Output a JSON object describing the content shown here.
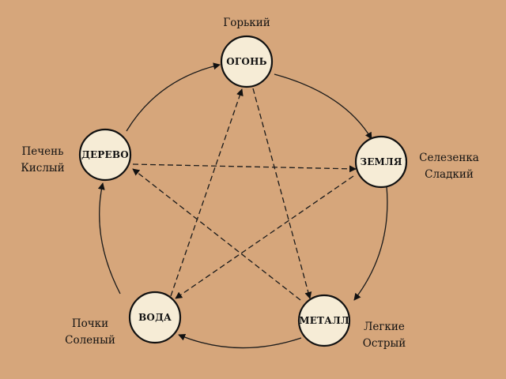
{
  "elements": {
    "fire": {
      "label": "ОГОНЬ",
      "note": [
        "Горький"
      ]
    },
    "earth": {
      "label": "ЗЕМЛЯ",
      "note": [
        "Селезенка",
        "Сладкий"
      ]
    },
    "metal": {
      "label": "МЕТАЛЛ",
      "note": [
        "Легкие",
        "Острый"
      ]
    },
    "water": {
      "label": "ВОДА",
      "note": [
        "Почки",
        "Соленый"
      ]
    },
    "wood": {
      "label": "ДЕРЕВО",
      "note": [
        "Печень",
        "Кислый"
      ]
    }
  },
  "colors": {
    "background": "#d6a67b",
    "node_fill": "#f6ecd6",
    "ink": "#111111"
  }
}
